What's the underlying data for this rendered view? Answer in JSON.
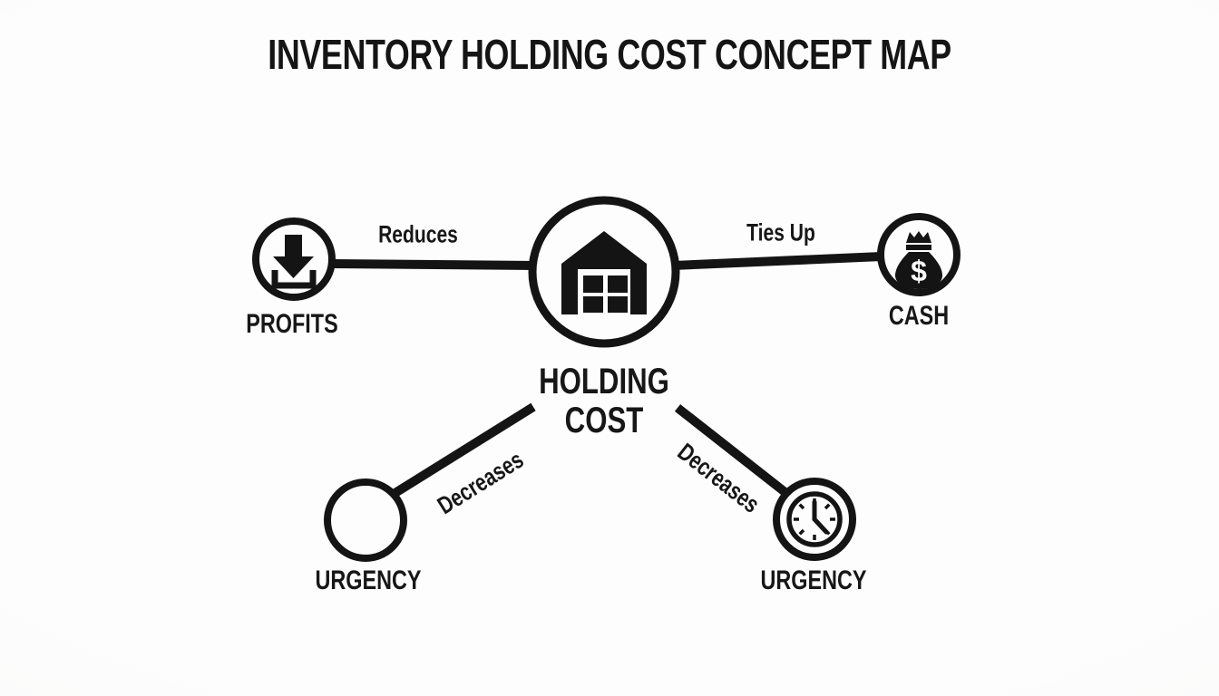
{
  "title": "INVENTORY HOLDING COST CONCEPT MAP",
  "colors": {
    "background": "#fcfcfb",
    "ink": "#161616"
  },
  "center_node": {
    "id": "holding-cost",
    "label_line1": "HOLDING",
    "label_line2": "COST",
    "icon": "warehouse-icon"
  },
  "nodes": [
    {
      "id": "profits",
      "label": "PROFITS",
      "icon": "download-arrow-icon"
    },
    {
      "id": "cash",
      "label": "CASH",
      "icon": "money-bag-icon",
      "glyph": "$"
    },
    {
      "id": "urgency-left",
      "label": "URGENCY"
    },
    {
      "id": "urgency-right",
      "label": "URGENCY",
      "icon": "clock-icon"
    }
  ],
  "edges": [
    {
      "from": "holding-cost",
      "to": "profits",
      "label": "Reduces"
    },
    {
      "from": "holding-cost",
      "to": "cash",
      "label": "Ties Up"
    },
    {
      "from": "holding-cost",
      "to": "urgency-left",
      "label": "Decreases"
    },
    {
      "from": "holding-cost",
      "to": "urgency-right",
      "label": "Decreases"
    }
  ]
}
